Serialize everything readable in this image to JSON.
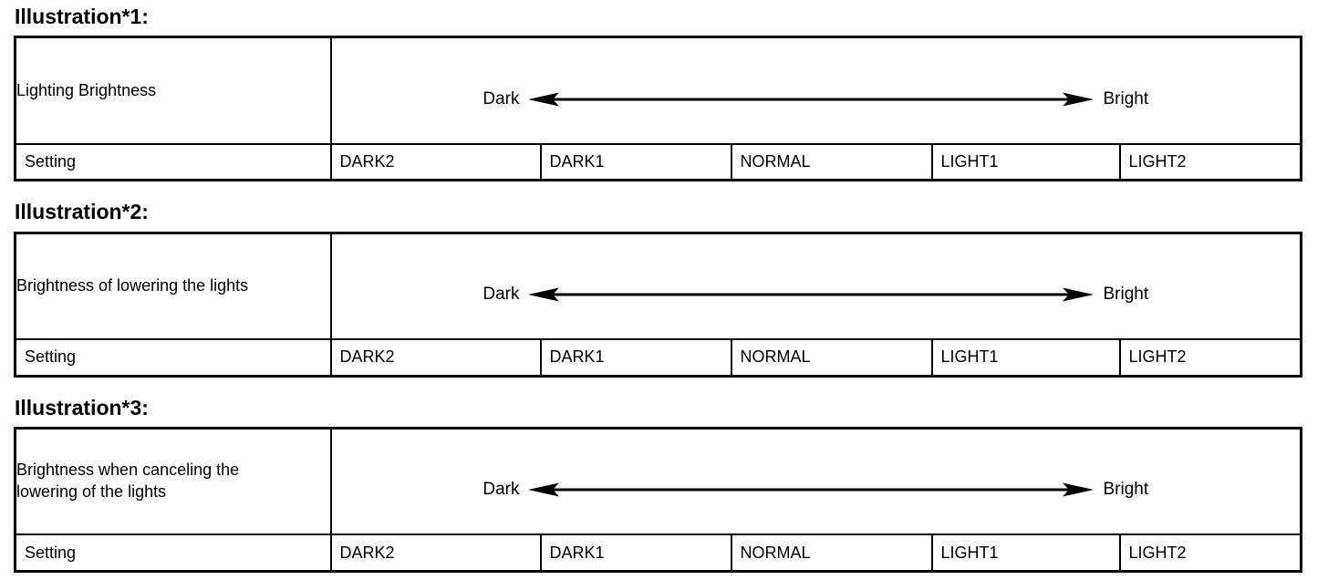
{
  "page": {
    "background": "#ffffff",
    "text_color": "#000000",
    "border_color": "#000000"
  },
  "illustrations": [
    {
      "heading": "Illustration*1:",
      "row_label": "Lighting Brightness",
      "scale": {
        "left_label": "Dark",
        "right_label": "Bright"
      },
      "setting_label": "Setting",
      "settings": [
        "DARK2",
        "DARK1",
        "NORMAL",
        "LIGHT1",
        "LIGHT2"
      ]
    },
    {
      "heading": "Illustration*2:",
      "row_label": "Brightness of lowering the lights",
      "scale": {
        "left_label": "Dark",
        "right_label": "Bright"
      },
      "setting_label": "Setting",
      "settings": [
        "DARK2",
        "DARK1",
        "NORMAL",
        "LIGHT1",
        "LIGHT2"
      ]
    },
    {
      "heading": "Illustration*3:",
      "row_label": "Brightness when canceling the lowering of the lights",
      "scale": {
        "left_label": "Dark",
        "right_label": "Bright"
      },
      "setting_label": "Setting",
      "settings": [
        "DARK2",
        "DARK1",
        "NORMAL",
        "LIGHT1",
        "LIGHT2"
      ]
    }
  ]
}
